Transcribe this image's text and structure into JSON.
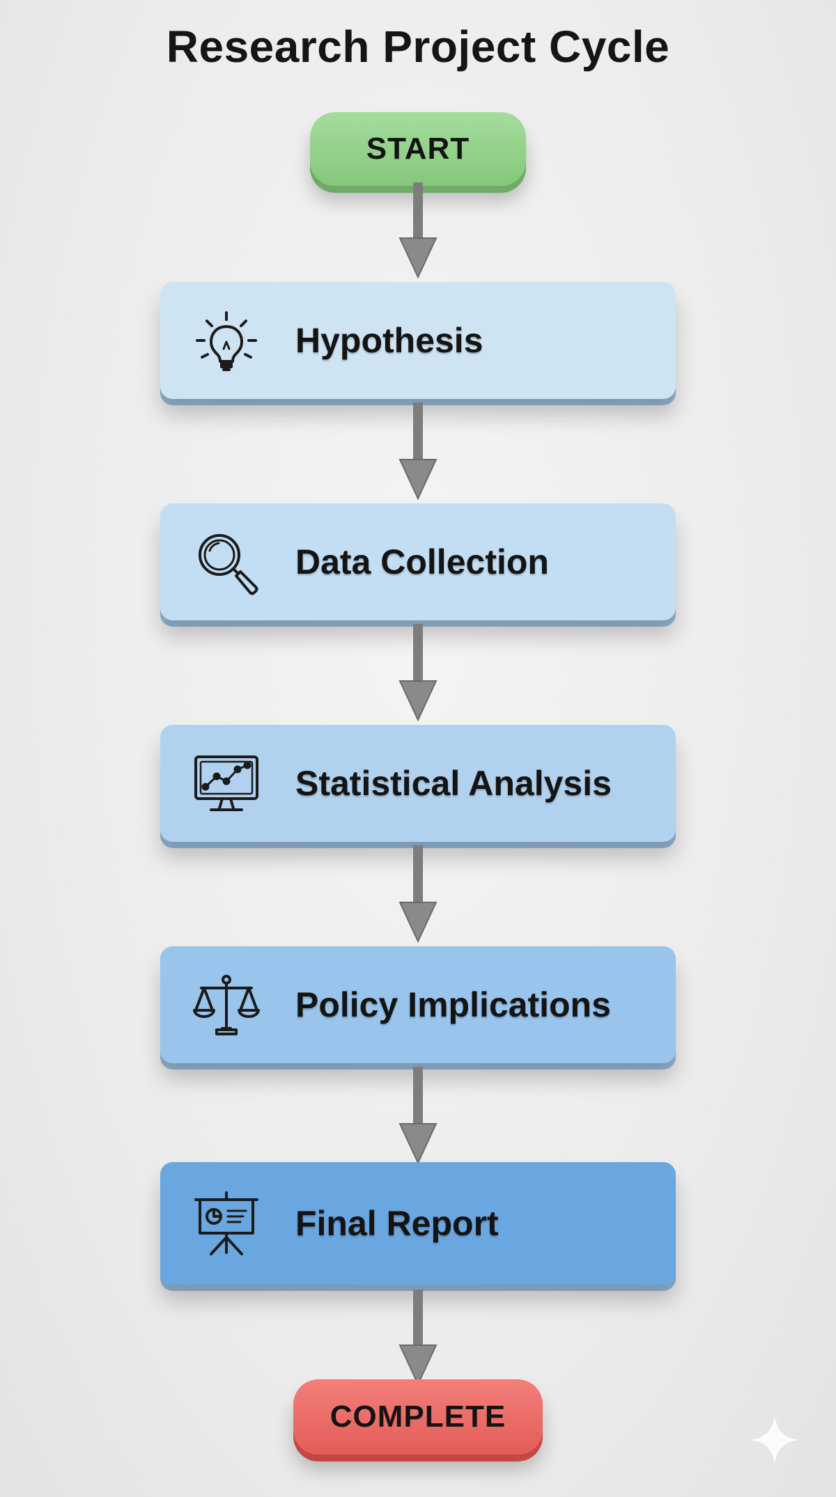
{
  "title": "Research Project Cycle",
  "start_label": "START",
  "end_label": "COMPLETE",
  "steps": [
    {
      "label": "Hypothesis",
      "icon": "lightbulb-icon",
      "color": "#cfe4f3"
    },
    {
      "label": "Data Collection",
      "icon": "magnifier-icon",
      "color": "#c3ddf2"
    },
    {
      "label": "Statistical Analysis",
      "icon": "monitor-chart-icon",
      "color": "#b1d2ef"
    },
    {
      "label": "Policy Implications",
      "icon": "scales-icon",
      "color": "#99c4ec"
    },
    {
      "label": "Final Report",
      "icon": "presentation-board-icon",
      "color": "#6aa7e0"
    }
  ],
  "colors": {
    "start": "#93d08a",
    "end": "#e96a65",
    "connector": "#7a7a7a"
  }
}
